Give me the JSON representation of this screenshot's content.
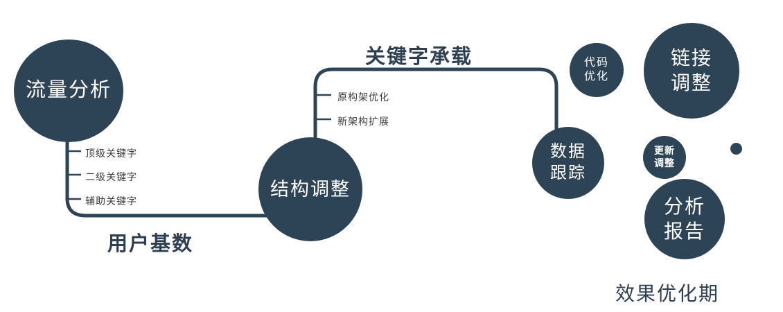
{
  "colors": {
    "circle_fill": "#2d4356",
    "connector_line": "#2d4356",
    "edge_label_text": "#2e3f52",
    "tick_label_text": "#3c3c3c",
    "background": "#ffffff"
  },
  "nodes": {
    "traffic_analysis": {
      "label": "流量分析"
    },
    "structure_adjustment": {
      "label": "结构调整"
    },
    "data_tracking": {
      "line1": "数据",
      "line2": "跟踪"
    },
    "code_optimization": {
      "line1": "代码",
      "line2": "优化"
    },
    "link_adjustment": {
      "line1": "链接",
      "line2": "调整"
    },
    "update_adjustment": {
      "line1": "更新",
      "line2": "调整"
    },
    "analysis_report": {
      "line1": "分析",
      "line2": "报告"
    }
  },
  "edge_labels": {
    "keyword_carrying": "关键字承载",
    "user_base": "用户基数",
    "effect_optimization": "效果优化期"
  },
  "tick_labels": {
    "traffic": [
      "顶级关键字",
      "二级关键字",
      "辅助关键字"
    ],
    "structure": [
      "原构架优化",
      "新架构扩展"
    ]
  }
}
